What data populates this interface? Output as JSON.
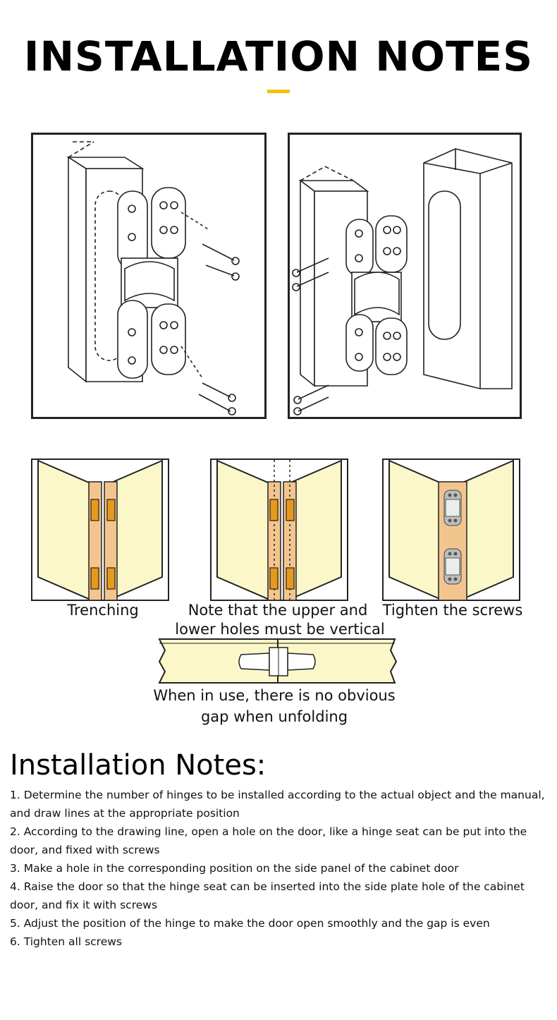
{
  "header": {
    "title": "INSTALLATION NOTES",
    "accent_color": "#f2c200"
  },
  "diagrams": {
    "top_left": "exploded view: hinge installed into door edge with screws",
    "top_right": "exploded view: hinge inserted into cabinet side panel with screws"
  },
  "steps": [
    {
      "caption": "Trenching"
    },
    {
      "caption_line1": "Note that the upper and",
      "caption_line2": "lower holes must be vertical"
    },
    {
      "caption": "Tighten the screws"
    }
  ],
  "unfold": {
    "caption_line1": "When in use, there is no obvious",
    "caption_line2": "gap when unfolding"
  },
  "colors": {
    "panel_fill": "#fbf7c9",
    "wood_fill": "#f3c58e",
    "slot_fill": "#e69a1d",
    "line": "#222222"
  },
  "notes": {
    "heading": "Installation Notes:",
    "items": [
      "1. Determine the number of hinges to be installed according to the actual object and the manual, and draw lines at the appropriate position",
      "2. According to the drawing line, open a hole on the door, like a hinge seat can be put into the door, and fixed with screws",
      "3. Make a hole in the corresponding position on the side panel of the cabinet door",
      "4. Raise the door so that the hinge seat can be inserted into the side plate hole of the cabinet door, and fix it with screws",
      "5. Adjust the position of the hinge to make the door open smoothly and the gap is even",
      "6. Tighten all screws"
    ]
  }
}
